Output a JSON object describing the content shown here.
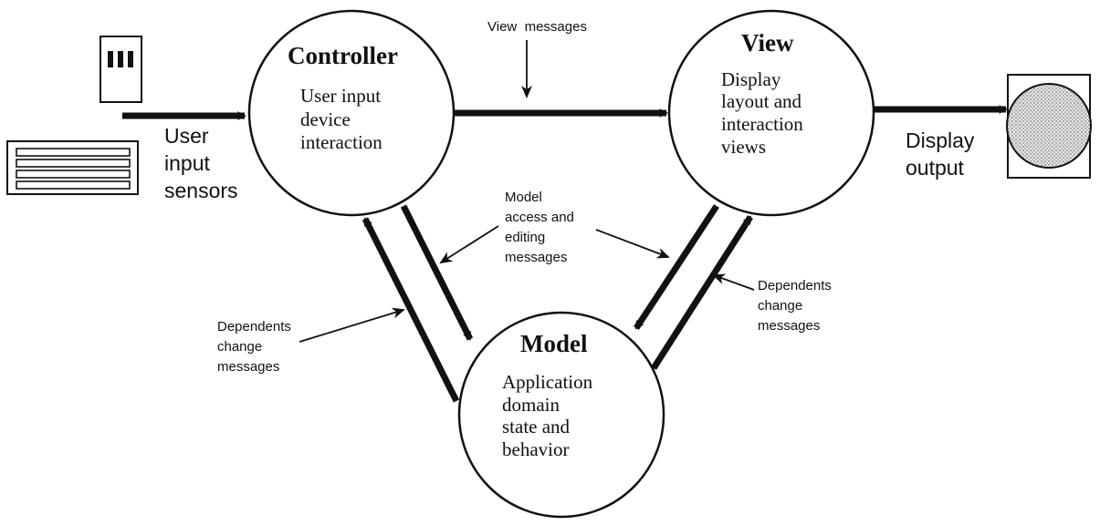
{
  "controller": {
    "title": "Controller",
    "desc": [
      "User input",
      "device",
      "interaction"
    ]
  },
  "view": {
    "title": "View",
    "desc": [
      "Display",
      "layout and",
      "interaction",
      "views"
    ]
  },
  "model": {
    "title": "Model",
    "desc": [
      "Application",
      "domain",
      "state and",
      "behavior"
    ]
  },
  "labels": {
    "user_input": [
      "User",
      "input",
      "sensors"
    ],
    "display_output": [
      "Display",
      "output"
    ],
    "view_messages": "View  messages",
    "model_access": [
      "Model",
      "access and",
      "editing",
      "messages"
    ],
    "dependents_left": [
      "Dependents",
      "change",
      "messages"
    ],
    "dependents_right": [
      "Dependents",
      "change",
      "messages"
    ]
  },
  "device_icons": {
    "mouse": "mouse-icon",
    "keyboard": "keyboard-icon",
    "display": "display-screen-icon"
  }
}
